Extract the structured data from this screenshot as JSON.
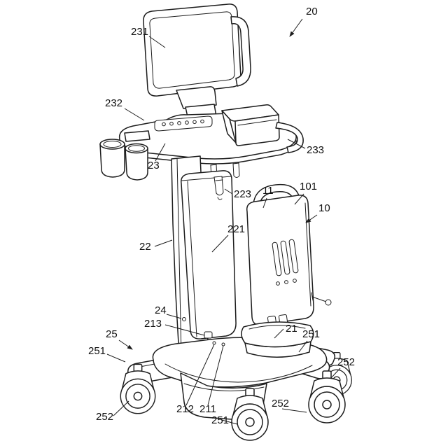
{
  "figure": {
    "kind": "patent-style line drawing",
    "ink": "#1c1c1c",
    "paper": "#ffffff"
  },
  "labels": [
    {
      "text": "20"
    },
    {
      "text": "231"
    },
    {
      "text": "232"
    },
    {
      "text": "23"
    },
    {
      "text": "233"
    },
    {
      "text": "223"
    },
    {
      "text": "11"
    },
    {
      "text": "101"
    },
    {
      "text": "10"
    },
    {
      "text": "22"
    },
    {
      "text": "221"
    },
    {
      "text": "24"
    },
    {
      "text": "213"
    },
    {
      "text": "25"
    },
    {
      "text": "251"
    },
    {
      "text": "21"
    },
    {
      "text": "251"
    },
    {
      "text": "252"
    },
    {
      "text": "252"
    },
    {
      "text": "212"
    },
    {
      "text": "211"
    },
    {
      "text": "251"
    },
    {
      "text": "252"
    }
  ]
}
